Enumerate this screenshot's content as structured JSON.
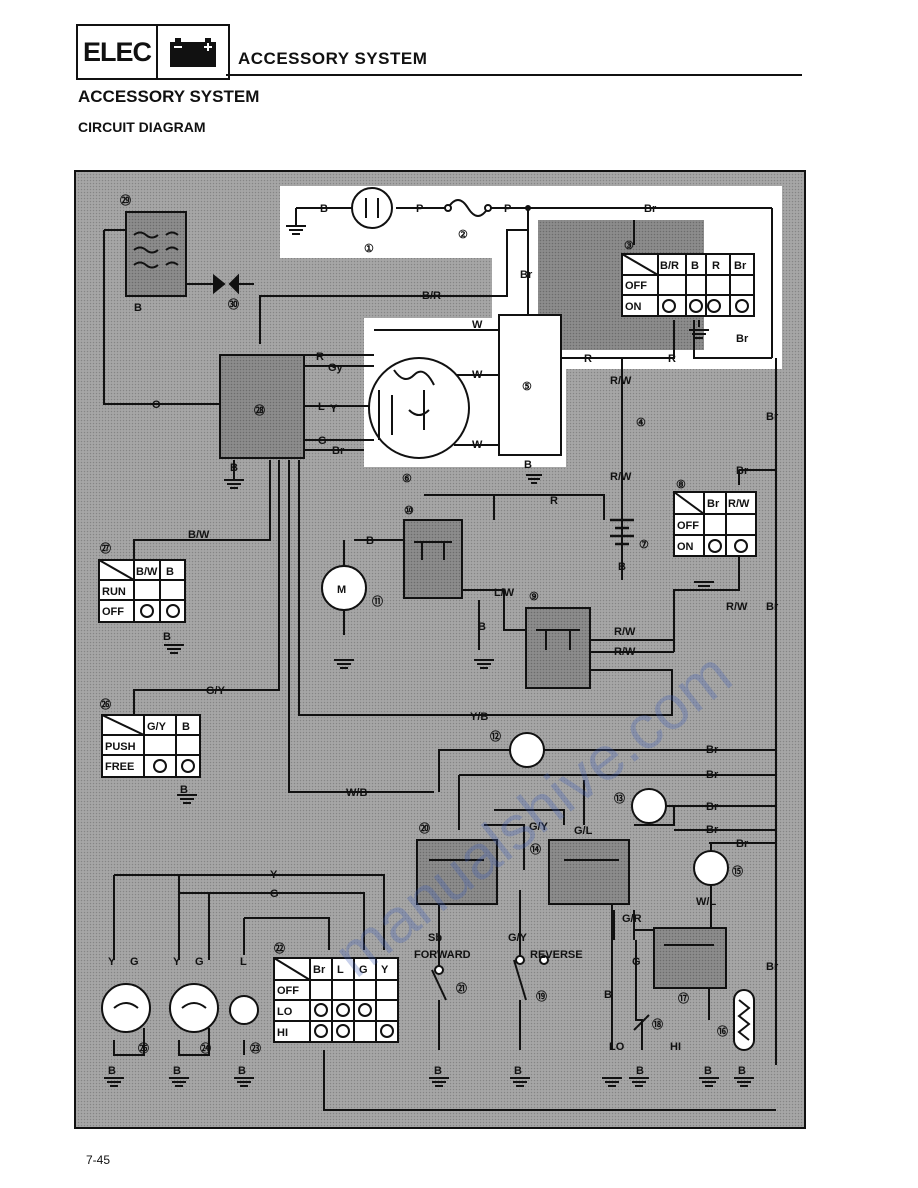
{
  "header": {
    "badge": "ELEC",
    "badge_icon": "battery-icon",
    "title": "ACCESSORY SYSTEM"
  },
  "section_title": "ACCESSORY SYSTEM",
  "subtitle": "CIRCUIT DIAGRAM",
  "page_number": "7-45",
  "watermark": "manualshive.com",
  "diagram": {
    "component_numbers": [
      "①",
      "②",
      "③",
      "④",
      "⑤",
      "⑥",
      "⑦",
      "⑧",
      "⑨",
      "⑩",
      "⑪",
      "⑫",
      "⑬",
      "⑭",
      "⑮",
      "⑯",
      "⑰",
      "⑱",
      "⑲",
      "⑳",
      "㉑",
      "㉒",
      "㉓",
      "㉔",
      "㉕",
      "㉖",
      "㉗",
      "㉘",
      "㉙",
      "㉚"
    ],
    "wire_labels": {
      "b": "B",
      "p": "P",
      "br": "Br",
      "r": "R",
      "w": "W",
      "o": "O",
      "gy": "Gy",
      "l": "L",
      "y": "Y",
      "g": "G",
      "br_r": "B/R",
      "r_w": "R/W",
      "b_w": "B/W",
      "g_y": "G/Y",
      "y_b": "Y/B",
      "w_b": "W/B",
      "l_w": "L/W",
      "g_l": "G/L",
      "w_l": "W/L",
      "g_r": "G/R",
      "sb": "Sb"
    },
    "motor": "M",
    "main_switch": {
      "cols": [
        "B/R",
        "B",
        "R",
        "Br"
      ],
      "rows": [
        "OFF",
        "ON"
      ]
    },
    "light_switch": {
      "cols": [
        "Br",
        "R/W"
      ],
      "rows": [
        "OFF",
        "ON"
      ]
    },
    "engine_stop_switch": {
      "cols": [
        "B/W",
        "B"
      ],
      "rows": [
        "RUN",
        "OFF"
      ]
    },
    "start_switch": {
      "cols": [
        "G/Y",
        "B"
      ],
      "rows": [
        "PUSH",
        "FREE"
      ]
    },
    "dimmer_switch": {
      "cols": [
        "Br",
        "L",
        "G",
        "Y"
      ],
      "rows": [
        "OFF",
        "LO",
        "HI"
      ]
    },
    "reverse_switch": {
      "forward": "FORWARD",
      "reverse": "REVERSE"
    },
    "hi_lo": {
      "lo": "LO",
      "hi": "HI"
    }
  }
}
